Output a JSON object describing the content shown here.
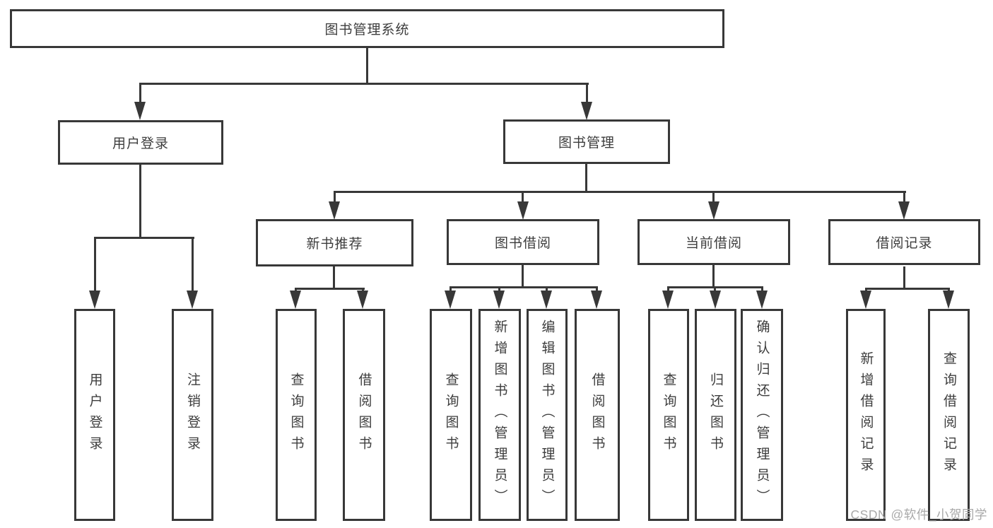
{
  "tree": {
    "label": "图书管理系统",
    "children": [
      {
        "label": "用户登录",
        "children": [
          {
            "label": "用户登录"
          },
          {
            "label": "注销登录"
          }
        ]
      },
      {
        "label": "图书管理",
        "children": [
          {
            "label": "新书推荐",
            "children": [
              {
                "label": "查询图书"
              },
              {
                "label": "借阅图书"
              }
            ]
          },
          {
            "label": "图书借阅",
            "children": [
              {
                "label": "查询图书"
              },
              {
                "label": "新增图书（管理员）"
              },
              {
                "label": "编辑图书（管理员）"
              },
              {
                "label": "借阅图书"
              }
            ]
          },
          {
            "label": "当前借阅",
            "children": [
              {
                "label": "查询图书"
              },
              {
                "label": "归还图书"
              },
              {
                "label": "确认归还（管理员）"
              }
            ]
          },
          {
            "label": "借阅记录",
            "children": [
              {
                "label": "新增借阅记录"
              },
              {
                "label": "查询借阅记录"
              }
            ]
          }
        ]
      }
    ]
  },
  "watermark": "CSDN @软件_小贺同学",
  "colors": {
    "line": "#383838",
    "text": "#3d3d3d",
    "watermark": "#a9a9a9",
    "background": "#ffffff"
  }
}
